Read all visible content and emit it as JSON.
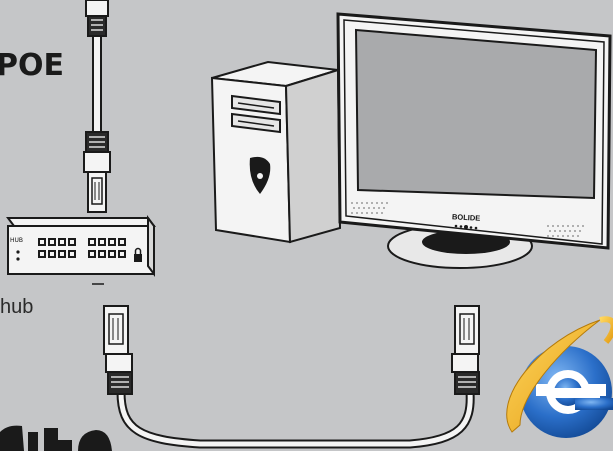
{
  "labels": {
    "poe": "POE",
    "hub": "hub",
    "hub_tag": "HUB",
    "monitor_brand": "BOLIDE"
  },
  "colors": {
    "background": "#c5c6c8",
    "outline": "#1a1a1a",
    "screen": "#a9aaac",
    "bezel": "#f4f4f4",
    "ie_blue": "#2b6fc9",
    "ie_gold": "#f2b21a"
  },
  "icons": {
    "computer": "desktop-computer-icon",
    "monitor": "monitor-icon",
    "hub": "network-hub-icon",
    "cable": "ethernet-cable-icon",
    "browser": "internet-explorer-icon"
  }
}
